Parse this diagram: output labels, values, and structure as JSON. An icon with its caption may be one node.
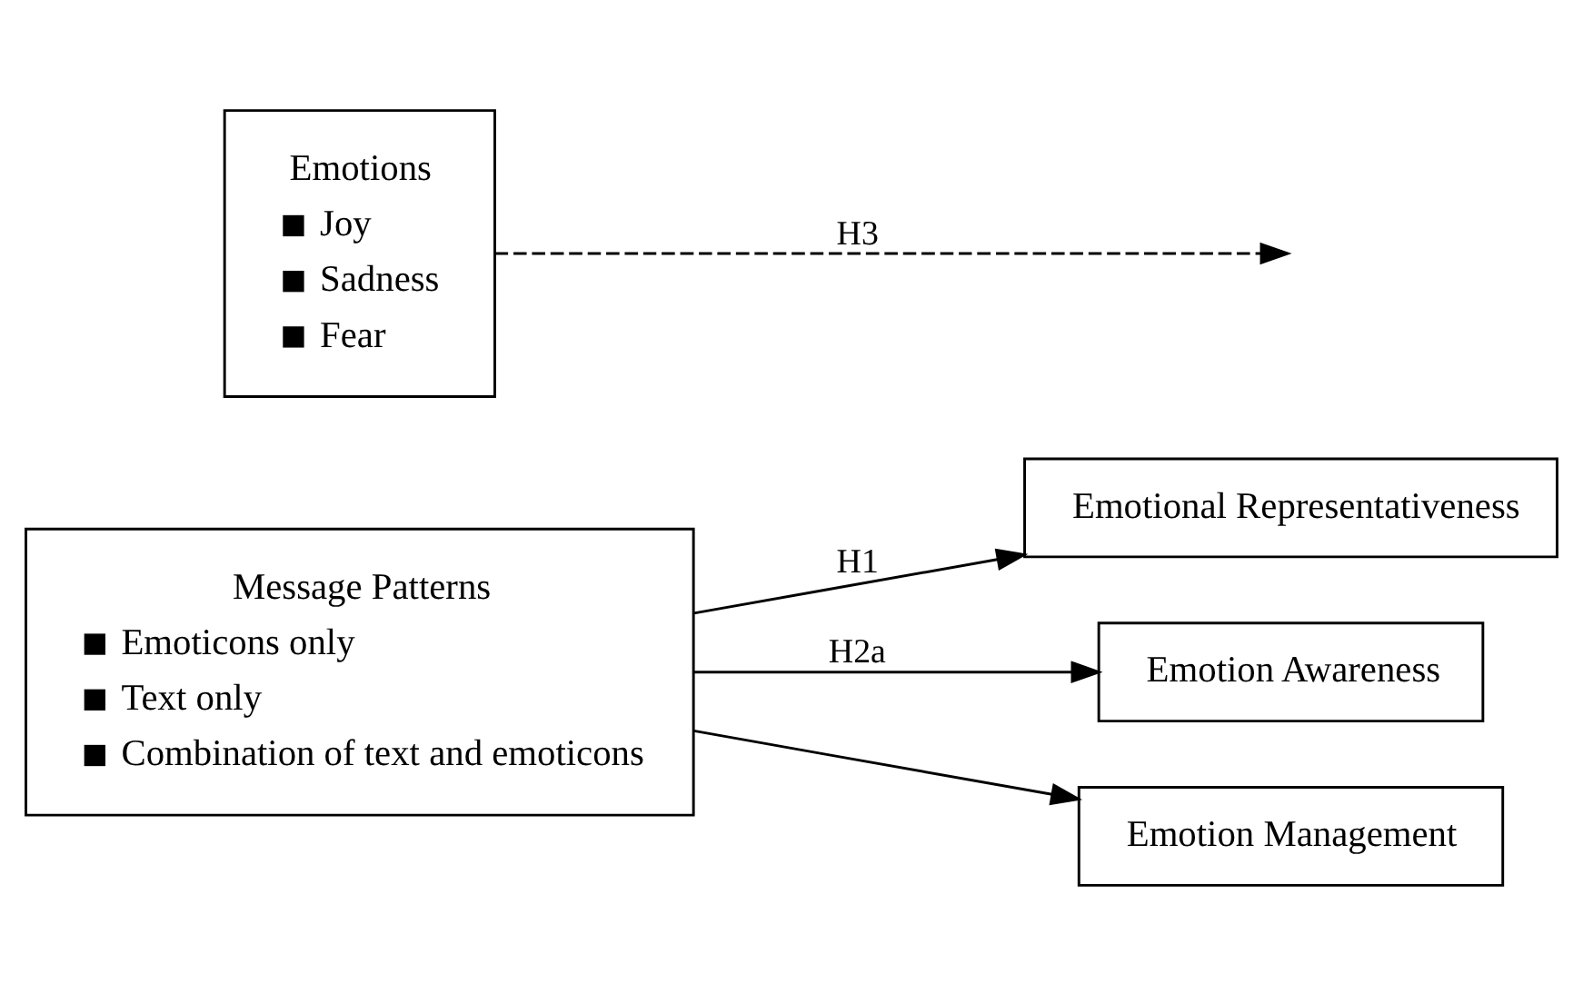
{
  "diagram": {
    "nodes": [
      {
        "text": [
          "Emotions",
          "Joy",
          "Sadness",
          "Fear"
        ]
      },
      {
        "text": [
          "Message Patterns",
          "Emoticons only",
          "Text only",
          "Combination of text and emoticons"
        ]
      },
      {
        "text": [
          "Emotional Representativeness"
        ]
      },
      {
        "text": [
          "Emotion Awareness"
        ]
      },
      {
        "text": [
          "Emotion Management"
        ]
      }
    ],
    "edges": [
      {
        "from": 0,
        "to": null,
        "arrow": "to",
        "style": "dashed",
        "label": "H3"
      },
      {
        "from": 1,
        "to": 2,
        "arrow": "to",
        "label": "H1"
      },
      {
        "from": 1,
        "to": 3,
        "arrow": "to",
        "label": "H2a"
      },
      {
        "from": 1,
        "to": 4,
        "arrow": "to"
      }
    ]
  }
}
